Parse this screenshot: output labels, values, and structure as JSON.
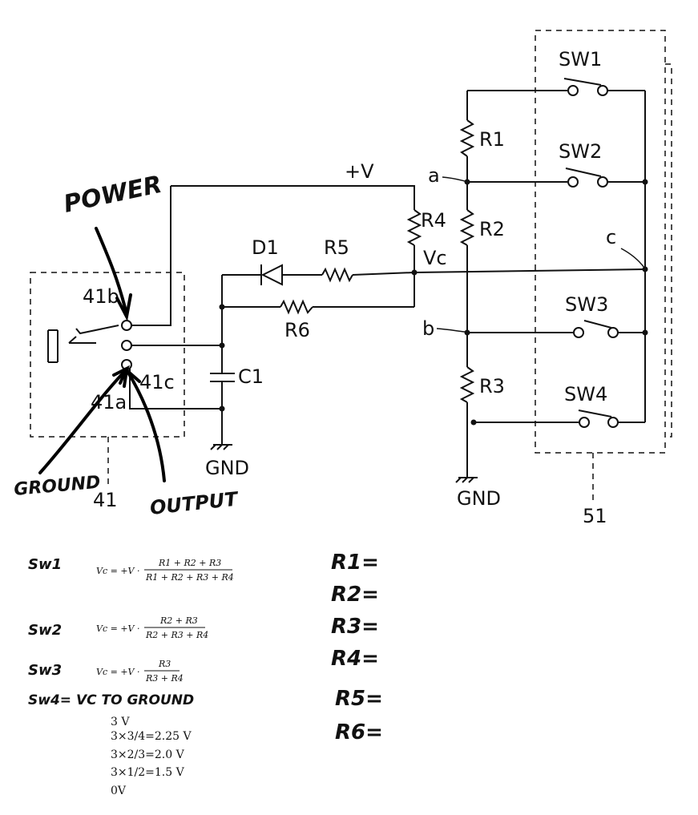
{
  "labels": {
    "sw1": "SW1",
    "sw2": "SW2",
    "sw3": "SW3",
    "sw4": "SW4",
    "r1": "R1",
    "r2": "R2",
    "r3": "R3",
    "r4": "R4",
    "r5": "R5",
    "r6": "R6",
    "d1": "D1",
    "c1": "C1",
    "plus_v": "+V",
    "vc": "Vc",
    "node_a": "a",
    "node_b": "b",
    "node_c": "c",
    "gnd_left": "GND",
    "gnd_right": "GND",
    "pin_41b": "41b",
    "pin_41a": "41a",
    "pin_41c": "41c",
    "connector_41": "41",
    "module_51": "51"
  },
  "annotations": {
    "power": "POWER",
    "ground": "GROUND",
    "output": "OUTPUT"
  },
  "formulas": {
    "sw1_label": "Sw1",
    "sw1_lhs": "Vc = +V ·",
    "sw1_num": "R1 + R2 + R3",
    "sw1_den": "R1 + R2 + R3 + R4",
    "sw2_label": "Sw2",
    "sw2_lhs": "Vc = +V ·",
    "sw2_num": "R2 + R3",
    "sw2_den": "R2 + R3 + R4",
    "sw3_label": "Sw3",
    "sw3_lhs": "Vc = +V ·",
    "sw3_num": "R3",
    "sw3_den": "R3 + R4",
    "sw4_line": "Sw4= VC TO GROUND"
  },
  "voltages": [
    "3 V",
    "3×3/4=2.25 V",
    "3×2/3=2.0 V",
    "3×1/2=1.5 V",
    "0V"
  ],
  "resistor_values": [
    "R1=",
    "R2=",
    "R3=",
    "R4=",
    "R5=",
    "R6="
  ]
}
